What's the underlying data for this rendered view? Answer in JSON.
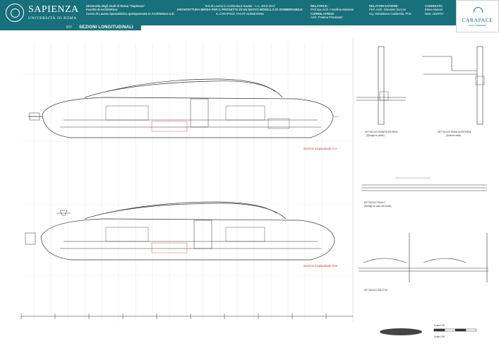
{
  "header": {
    "brand": "SAPIENZA",
    "brand_sub": "UNIVERSITÀ DI ROMA",
    "university": [
      "Università degli studi di Roma \"Sapienza\"",
      "Facoltà di Architettura",
      "Corso di Laurea Specialistica quinquennale in Architettura U.E."
    ],
    "thesis_line": "Tesi di Laurea In Architettura Navale - A.A. 2016-2017",
    "title": "ARCHITETTURA IBRIDA PER IL PROGETTO DI UN NUOVO MODELLO DI SOMMERGIBILE:",
    "subtitle": "IL CARAPACE YACHT-SUBMARINE",
    "relatrice_label": "RELATRICE:",
    "relatrice": "Prof.ssa Arch. Fosellina Baldassi",
    "correlatrice_label": "CORRELATRICE:",
    "correlatrice": "Arch. Fosena Piscolatori",
    "relatori_label": "RELATORI ESTERNI:",
    "relatori": [
      "Prof. Arch. Giovanni Zuccon",
      "Ing. Sebastiano Caldarella, PhD"
    ],
    "candidata_label": "CANDIDATA:",
    "candidata": "Elena Nasoni",
    "matricola": "Matr. 1529757"
  },
  "logo": {
    "name": "CARAPACE",
    "tag": "YACHT SUBMARINE",
    "icon": "carapace-shell-icon"
  },
  "subbar": {
    "number": "07/",
    "title": "SEZIONI LONGITUDINALI"
  },
  "sections": {
    "a": "Sezione longitudinale A-A",
    "b": "Sezione longitudinale B-B"
  },
  "details": {
    "d1": "DETTAGLIO PARATIA INTERNA",
    "d1_sub": "(Spiragli su plinto)",
    "d2": "DETTAGLIO PARATIA ESTERNA",
    "d2_sub": "(Sezione retta)",
    "d3": "DETTAGLIO PAVILO",
    "d3_sub": "(Spiragli su area del bordo)",
    "d4": "DETTAGLIO OBLÒ ND"
  },
  "scale": {
    "label": "Scala 1:50",
    "bar_label": "Scala 1:50"
  },
  "colors": {
    "brand": "#17707a",
    "line": "#333333",
    "accent": "#d23b3b"
  }
}
